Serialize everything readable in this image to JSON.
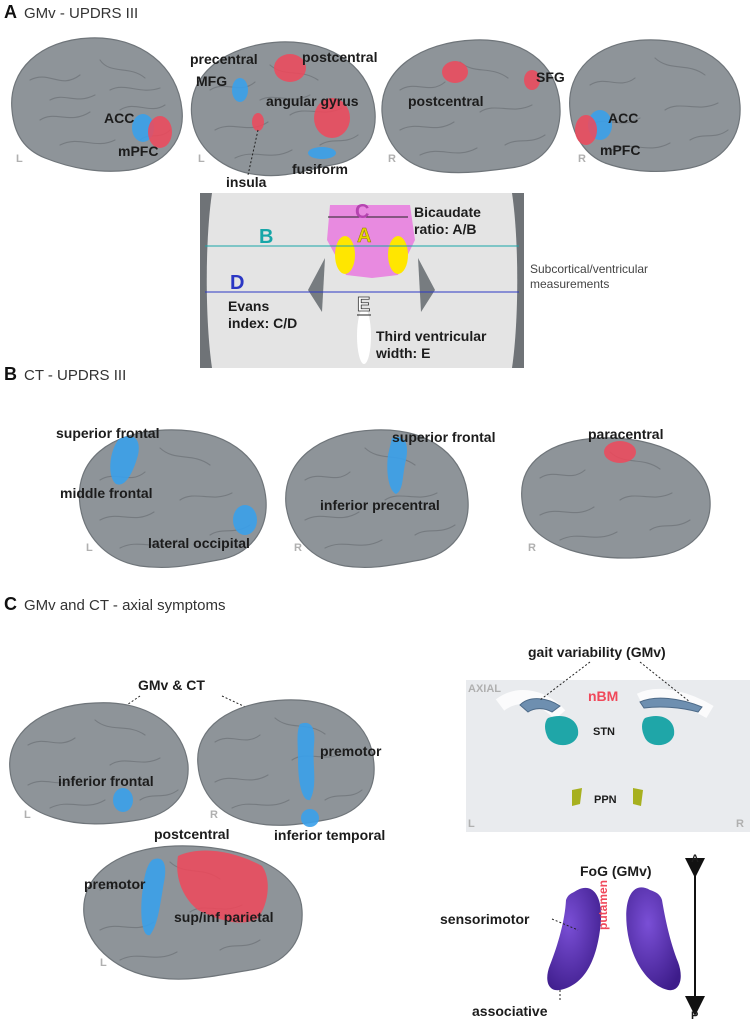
{
  "panelA": {
    "letter": "A",
    "title": "GMv - UPDRS III",
    "labels": {
      "acc_left": "ACC",
      "mpfc_left": "mPFC",
      "precentral": "precentral",
      "postcentral_top": "postcentral",
      "mfg": "MFG",
      "angular_gyrus": "angular gyrus",
      "insula": "insula",
      "fusiform": "fusiform",
      "sfg": "SFG",
      "postcentral_right": "postcentral",
      "acc_right": "ACC",
      "mpfc_right": "mPFC"
    },
    "hemispheres": [
      "L",
      "L",
      "R",
      "R"
    ],
    "inset": {
      "c_letter": "C",
      "a_letter": "A",
      "b_letter": "B",
      "d_letter": "D",
      "e_letter": "E",
      "bicaudate_line1": "Bicaudate",
      "bicaudate_line2": "ratio: A/B",
      "evans_line1": "Evans",
      "evans_line2": "index: C/D",
      "third_line1": "Third ventricular",
      "third_line2": "width: E"
    },
    "side_note_line1": "Subcortical/ventricular",
    "side_note_line2": "measurements",
    "colors": {
      "positive": "#f0485a",
      "negative": "#3aa0ea",
      "cortex": "#8e9499"
    }
  },
  "panelB": {
    "letter": "B",
    "title": "CT - UPDRS III",
    "labels": {
      "superior_frontal_left": "superior frontal",
      "middle_frontal": "middle frontal",
      "lateral_occipital": "lateral occipital",
      "superior_frontal_right": "superior frontal",
      "inferior_precentral": "inferior precentral",
      "paracentral": "paracentral"
    },
    "hemispheres": [
      "L",
      "R",
      "R"
    ]
  },
  "panelC": {
    "letter": "C",
    "title": "GMv and CT - axial symptoms",
    "labels": {
      "gmv_ct": "GMv & CT",
      "inferior_frontal": "inferior frontal",
      "premotor_right": "premotor",
      "inferior_temporal": "inferior temporal",
      "postcentral": "postcentral",
      "premotor_bottom": "premotor",
      "sup_inf_parietal": "sup/inf parietal",
      "gait_variability": "gait variability (GMv)",
      "axial": "AXIAL",
      "nbm": "nBM",
      "stn": "STN",
      "ppn": "PPN",
      "fog": "FoG (GMv)",
      "sensorimotor": "sensorimotor",
      "putamen": "putamen",
      "associative": "associative",
      "arrow_top": "A",
      "arrow_bottom": "P"
    },
    "hemispheres": [
      "L",
      "R",
      "L",
      "L",
      "R"
    ],
    "colors": {
      "nbm": "#f0485a",
      "stn": "#1fa6a8",
      "ppn": "#a7b01f",
      "putamen": "#5a2cb0"
    }
  }
}
